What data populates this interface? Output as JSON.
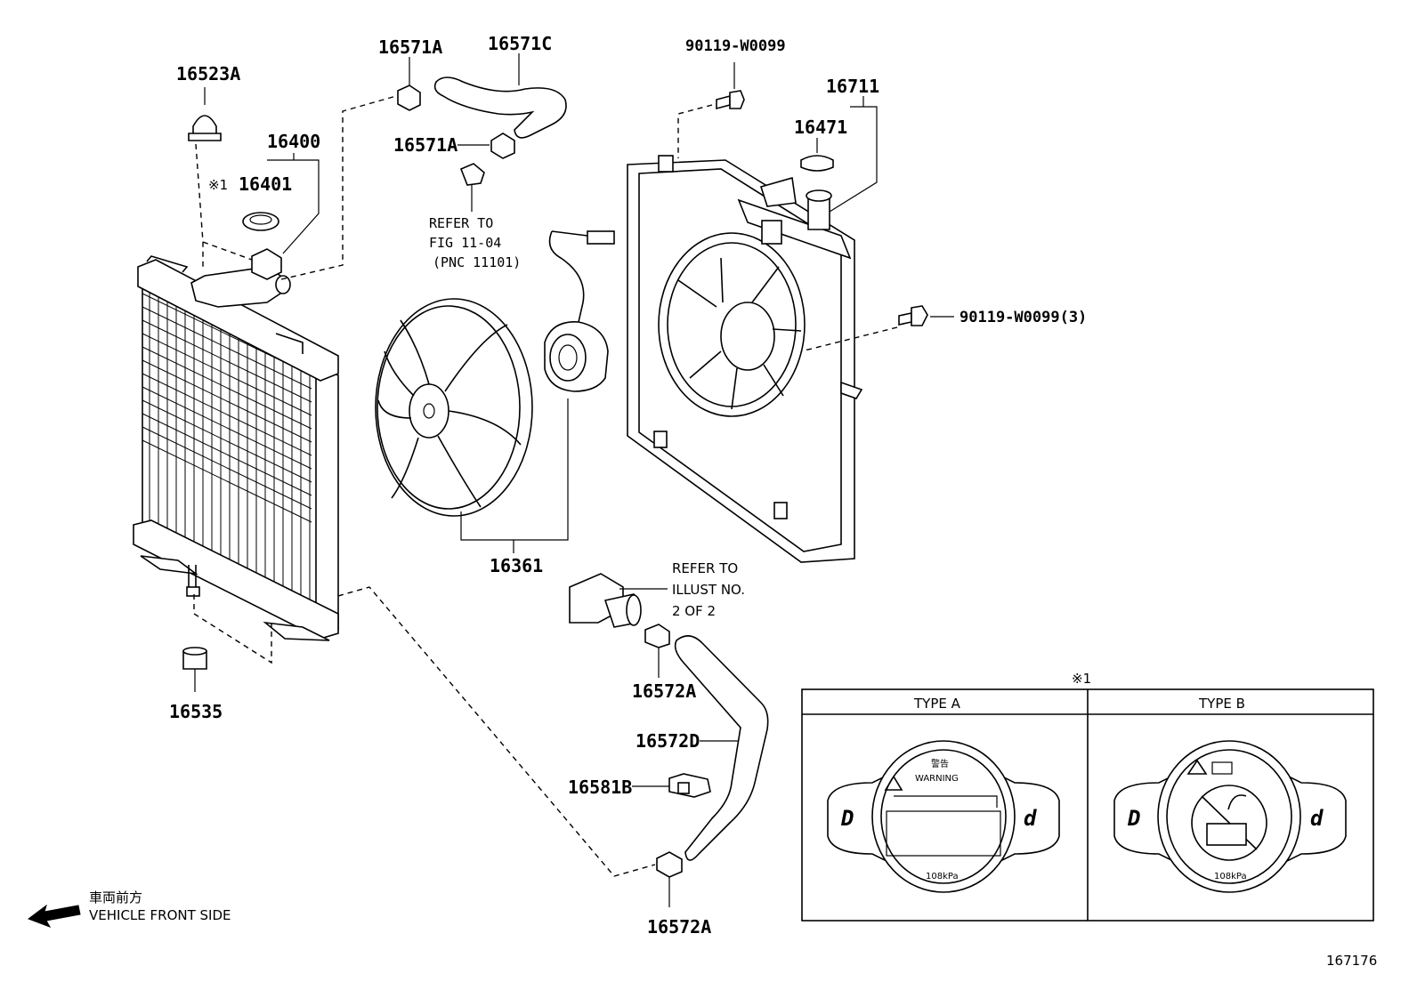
{
  "part_labels": {
    "p16523A": "16523A",
    "p16571A_top": "16571A",
    "p16571C": "16571C",
    "p16571A_mid": "16571A",
    "p90119_top": "90119-W0099",
    "p16711": "16711",
    "p16471": "16471",
    "p16400": "16400",
    "p16401": "16401",
    "p90119_right": "90119-W0099(3)",
    "p16361": "16361",
    "p16572A_top": "16572A",
    "p16572D": "16572D",
    "p16581B": "16581B",
    "p16572A_bot": "16572A",
    "p16535": "16535"
  },
  "markers": {
    "note1_near_16401": "※1",
    "note1_caps": "※1"
  },
  "refer_fig": {
    "line1": "REFER TO",
    "line2": "FIG 11-04",
    "line3": "(PNC 11101)"
  },
  "refer_illust": {
    "line1": "REFER TO",
    "line2": "ILLUST NO.",
    "line3": "2 OF 2"
  },
  "caps_table": {
    "type_a": "TYPE A",
    "type_b": "TYPE B",
    "warning_jp": "警告",
    "warning_en": "WARNING",
    "pressure_a": "108kPa",
    "pressure_b": "108kPa"
  },
  "front_side": {
    "jp": "車両前方",
    "en": "VEHICLE FRONT SIDE"
  },
  "figure_number": "167176"
}
